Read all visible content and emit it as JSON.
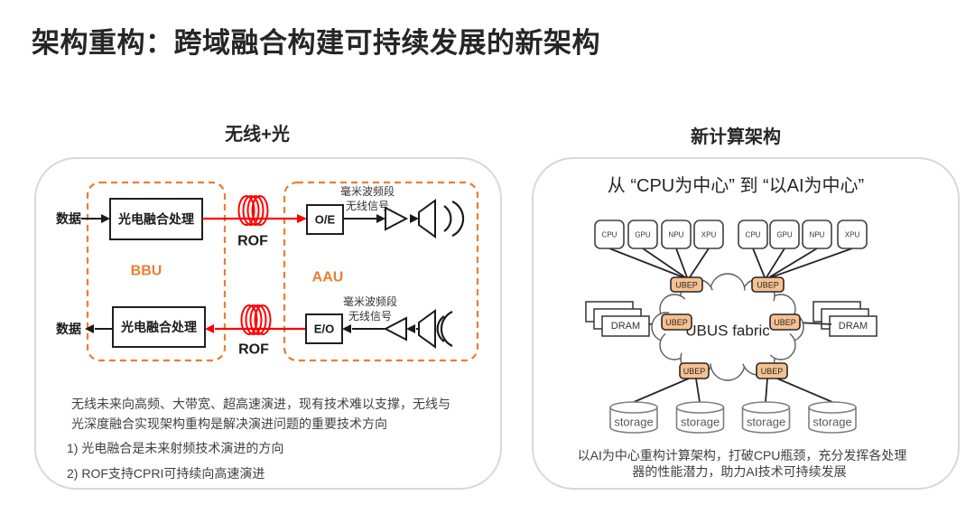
{
  "page": {
    "title": "架构重构：跨域融合构建可持续发展的新架构"
  },
  "colors": {
    "accent_orange": "#ED7D31",
    "fiber_red": "#FF0000",
    "ubep_fill": "#F6C190",
    "panel_border": "#D8D8D8"
  },
  "left": {
    "header": "无线+光",
    "data_in": "数据",
    "data_out": "数据",
    "proc_top": "光电融合处理",
    "proc_bottom": "光电融合处理",
    "bbu_label": "BBU",
    "aau_label": "AAU",
    "rof_top": "ROF",
    "rof_bottom": "ROF",
    "oe_label": "O/E",
    "eo_label": "E/O",
    "mmwave_top_line1": "毫米波频段",
    "mmwave_top_line2": "无线信号",
    "mmwave_bottom_line1": "毫米波频段",
    "mmwave_bottom_line2": "无线信号",
    "note_line1": "无线未来向高频、大带宽、超高速演进，现有技术难以支撑，无线与",
    "note_line2": "光深度融合实现架构重构是解决演进问题的重要技术方向",
    "item_1": "1) 光电融合是未来射频技术演进的方向",
    "item_2": "2) ROF支持CPRI可持续向高速演进"
  },
  "right": {
    "header": "新计算架构",
    "title": "从 “CPU为中心” 到 “以AI为中心”",
    "chips": [
      "CPU",
      "GPU",
      "NPU",
      "XPU",
      "CPU",
      "GPU",
      "NPU",
      "XPU"
    ],
    "ubep_labels": [
      "UBEP",
      "UBEP",
      "UBEP",
      "UBEP",
      "UBEP",
      "UBEP"
    ],
    "fabric_label": "UBUS fabric",
    "dram_left_label": "DRAM",
    "dram_right_label": "DRAM",
    "storage_labels": [
      "storage",
      "storage",
      "storage",
      "storage"
    ],
    "caption_line1": "以AI为中心重构计算架构，打破CPU瓶颈，充分发挥各处理",
    "caption_line2": "器的性能潜力，助力AI技术可持续发展"
  }
}
